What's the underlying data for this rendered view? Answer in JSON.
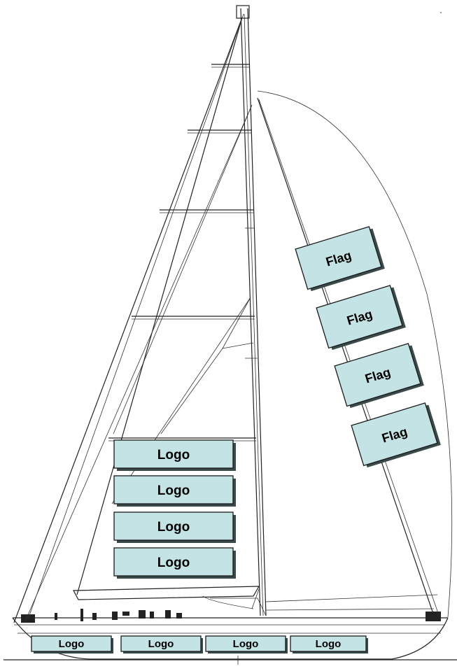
{
  "diagram": {
    "flag_labels": [
      "Flag",
      "Flag",
      "Flag",
      "Flag"
    ],
    "sail_logo_labels": [
      "Logo",
      "Logo",
      "Logo",
      "Logo"
    ],
    "hull_logo_labels": [
      "Logo",
      "Logo",
      "Logo",
      "Logo"
    ]
  },
  "colors": {
    "panel_fill": "#c4e3e4",
    "panel_stroke": "#1a1a1a",
    "line": "#222222"
  }
}
